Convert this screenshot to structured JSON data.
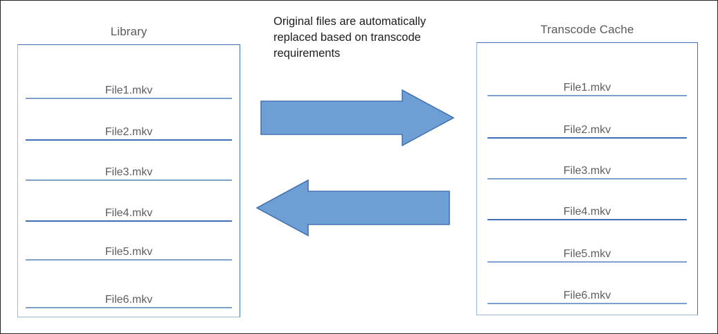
{
  "diagram": {
    "caption": "Original files are automatically replaced based on transcode requirements",
    "colors": {
      "arrow_fill": "#6E9FD4",
      "arrow_stroke": "#4574B4",
      "panel_border": "#3F6EB5",
      "panel_border_light": "#9CB6D8",
      "rule": "#7F9FCB",
      "title_text": "#5a5a5a",
      "file_text": "#5e5e5e",
      "caption_text": "#1c1c1c",
      "page_border": "#262626"
    },
    "panels": [
      {
        "id": "library",
        "title": "Library",
        "files": [
          "File1.mkv",
          "File2.mkv",
          "File3.mkv",
          "File4.mkv",
          "File5.mkv",
          "File6.mkv"
        ]
      },
      {
        "id": "transcode-cache",
        "title": "Transcode Cache",
        "files": [
          "File1.mkv",
          "File2.mkv",
          "File3.mkv",
          "File4.mkv",
          "File5.mkv",
          "File6.mkv"
        ]
      }
    ],
    "arrows": [
      {
        "id": "to-cache",
        "direction": "right",
        "from": "Library",
        "to": "Transcode Cache"
      },
      {
        "id": "to-library",
        "direction": "left",
        "from": "Transcode Cache",
        "to": "Library"
      }
    ]
  }
}
